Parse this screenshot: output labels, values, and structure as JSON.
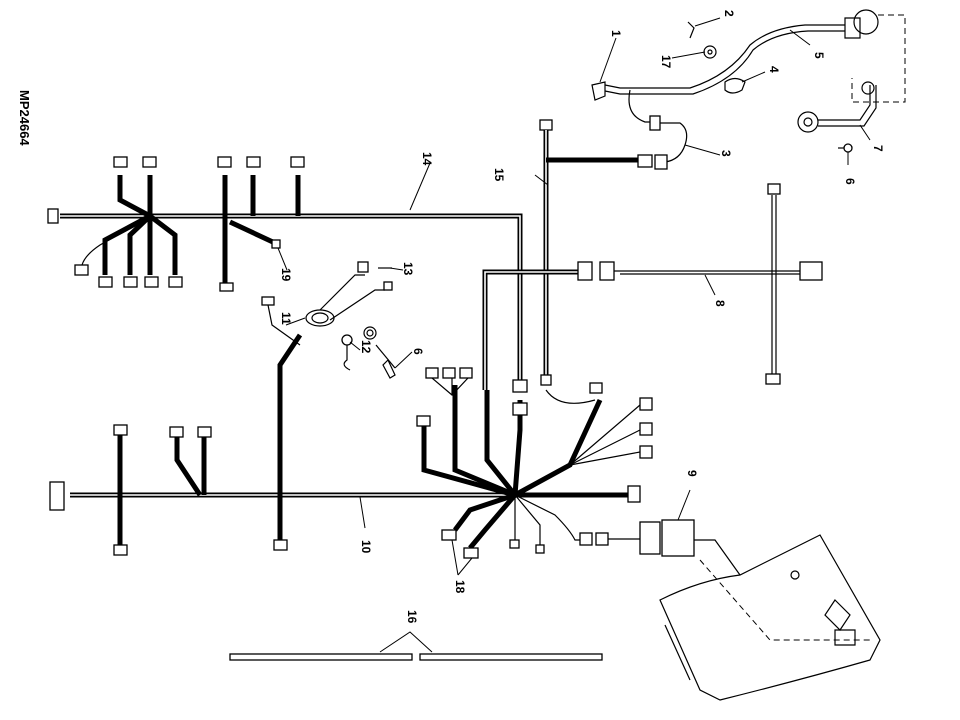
{
  "figure_id": "MP24664",
  "callouts": [
    "1",
    "2",
    "3",
    "4",
    "5",
    "6",
    "7",
    "6",
    "8",
    "9",
    "10",
    "11",
    "12",
    "13",
    "14",
    "15",
    "16",
    "17",
    "18",
    "19"
  ]
}
